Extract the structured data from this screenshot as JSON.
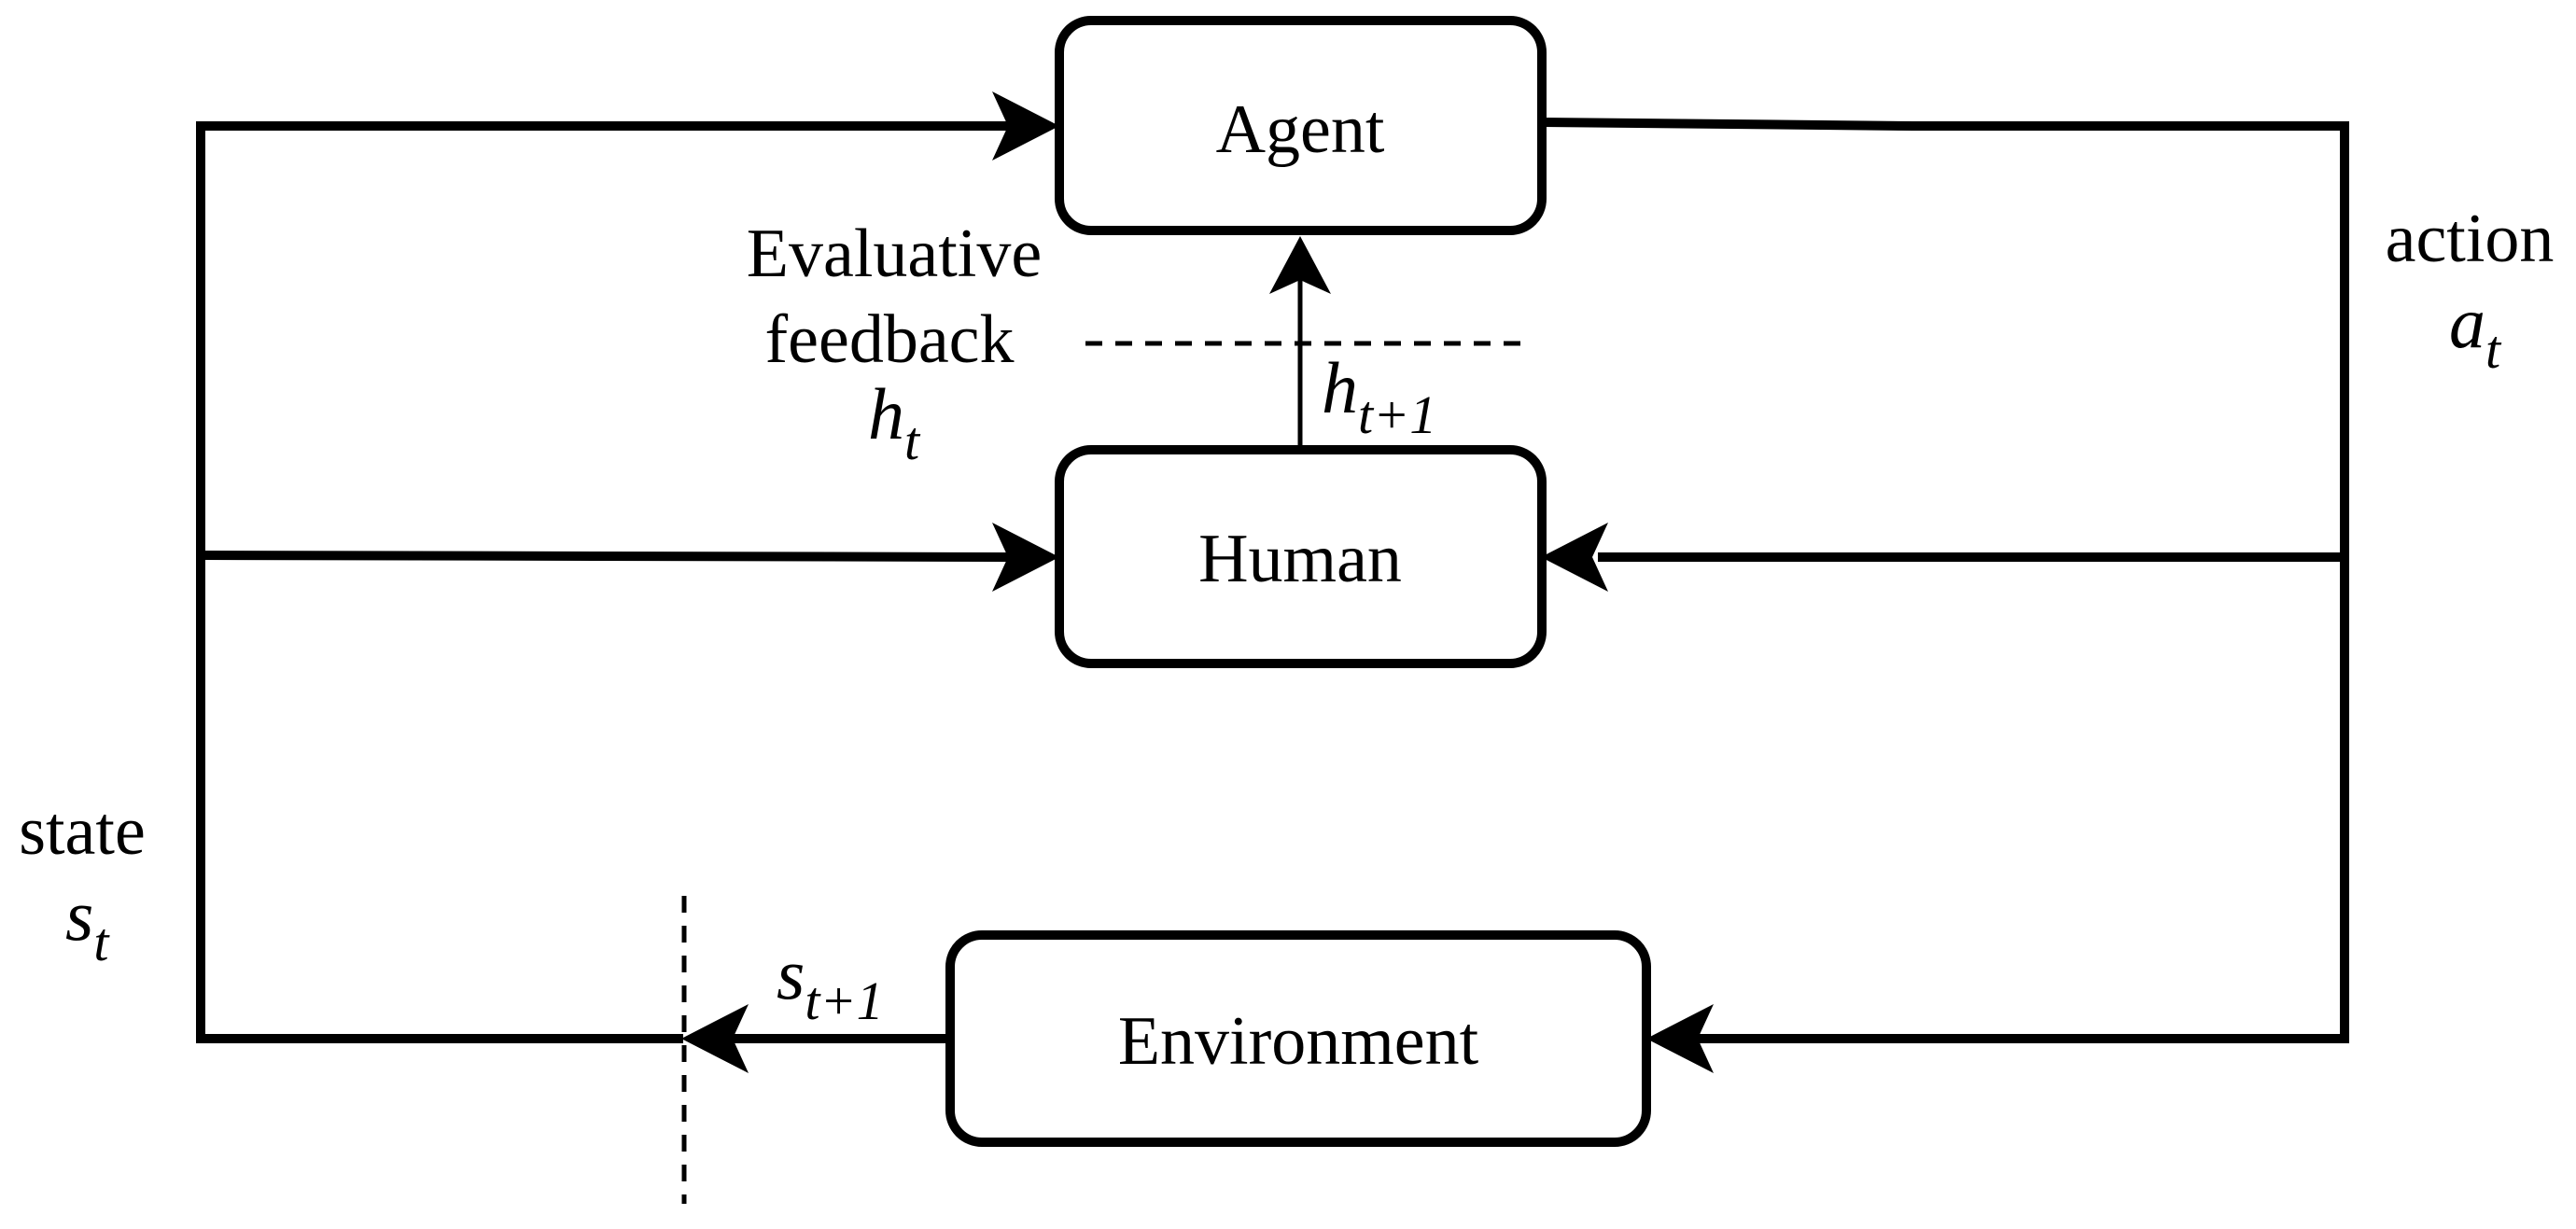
{
  "boxes": {
    "agent": "Agent",
    "human": "Human",
    "environment": "Environment"
  },
  "labels": {
    "feedback_line1": "Evaluative",
    "feedback_line2": "feedback",
    "feedback_symbol": "h",
    "feedback_subscript": "t",
    "next_feedback_symbol": "h",
    "next_feedback_subscript": "t+1",
    "action_word": "action",
    "action_symbol": "a",
    "action_subscript": "t",
    "state_word": "state",
    "state_symbol": "s",
    "state_subscript": "t",
    "next_state_symbol": "s",
    "next_state_subscript": "t+1"
  }
}
